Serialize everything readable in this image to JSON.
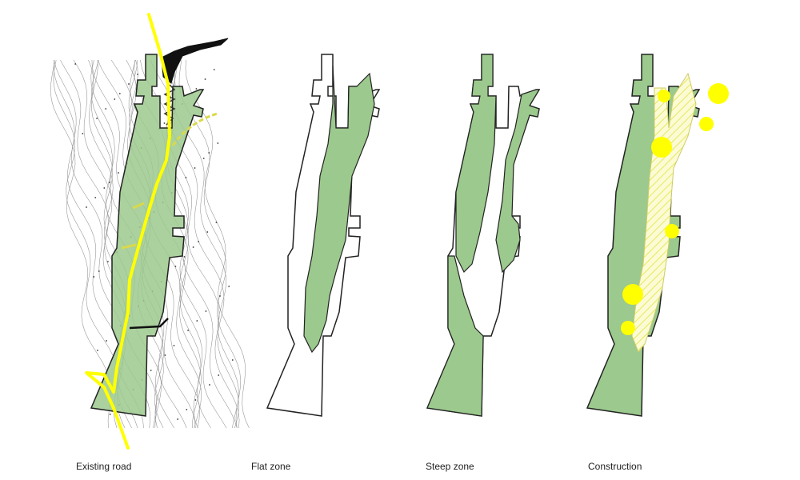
{
  "colors": {
    "zone_fill": "#9cc98d",
    "road": "#ffff00",
    "outline": "#222222",
    "hatch_bg": "#fbfbd6",
    "contour": "#9a9a9a"
  },
  "panels": [
    {
      "caption": "Existing road",
      "layers": [
        "contours",
        "site",
        "road"
      ]
    },
    {
      "caption": "Flat zone",
      "layers": [
        "site-outline",
        "flat-zone"
      ]
    },
    {
      "caption": "Steep zone",
      "layers": [
        "site-outline",
        "steep-zone"
      ]
    },
    {
      "caption": "Construction",
      "layers": [
        "site",
        "hatched-strip",
        "circles"
      ]
    }
  ]
}
